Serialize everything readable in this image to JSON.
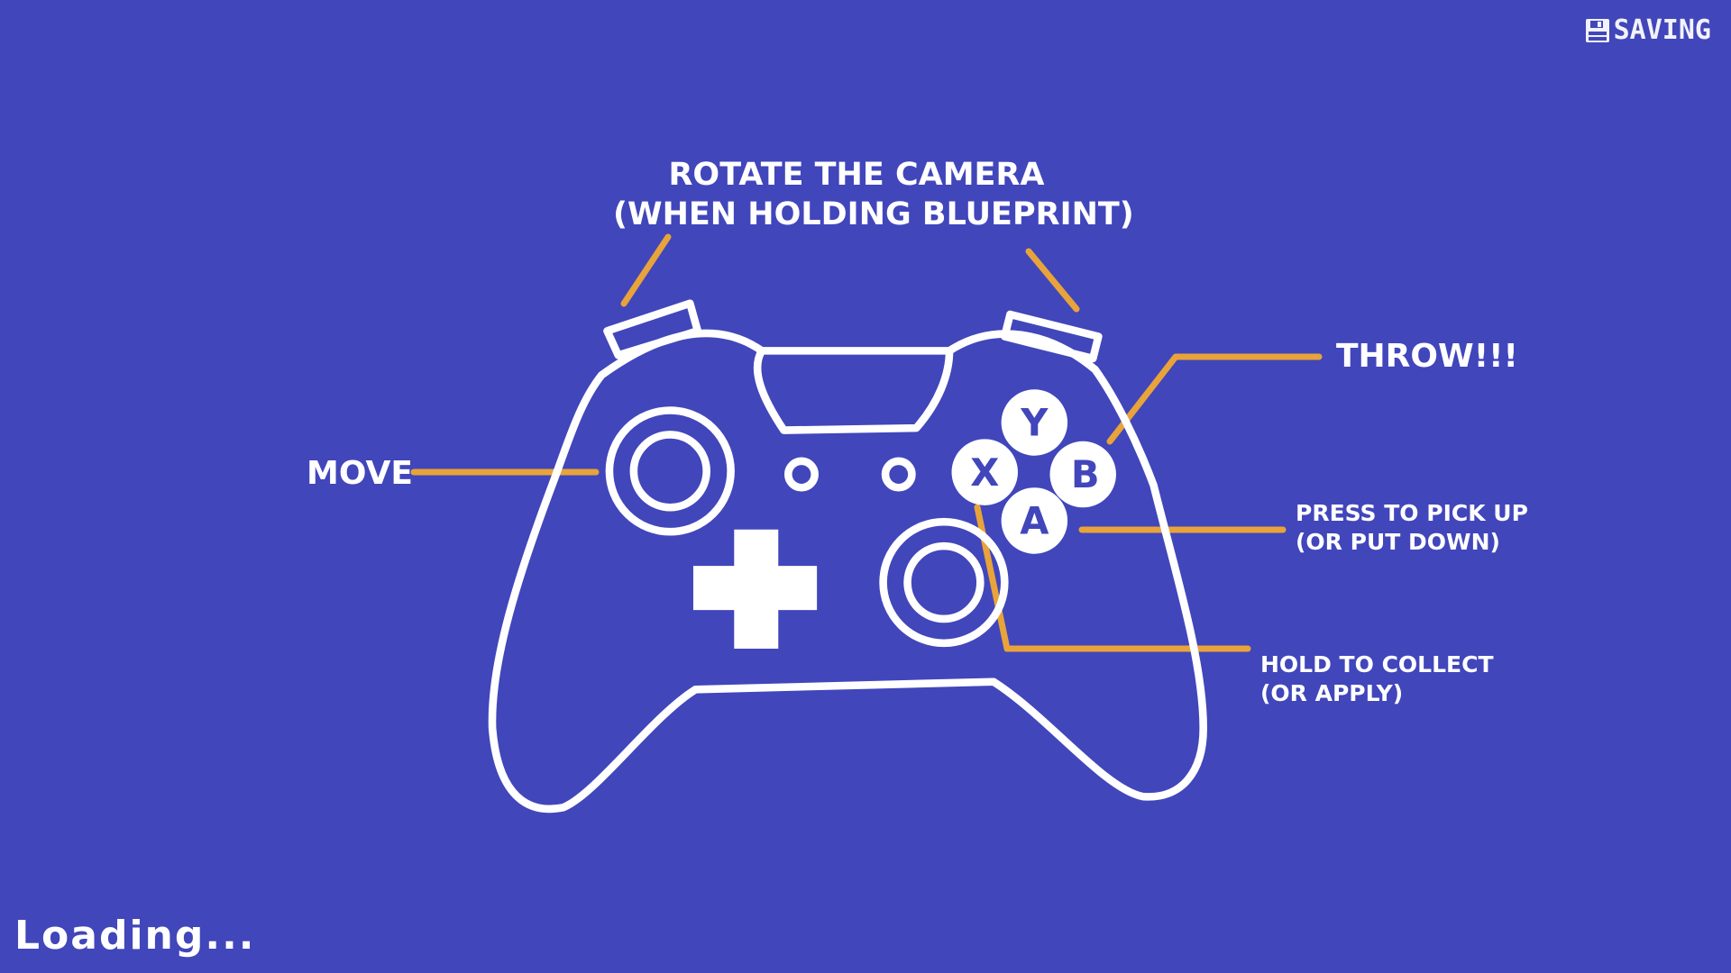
{
  "hud": {
    "saving": "SAVING",
    "loading": "Loading..."
  },
  "labels": {
    "camera_line1": "ROTATE THE CAMERA",
    "camera_line2": "(WHEN HOLDING BLUEPRINT)",
    "throw": "THROW!!!",
    "move": "MOVE",
    "pickup_line1": "PRESS TO PICK UP",
    "pickup_line2": "(OR PUT DOWN)",
    "collect_line1": "HOLD TO COLLECT",
    "collect_line2": "(OR APPLY)"
  },
  "buttons": {
    "y": "Y",
    "x": "X",
    "b": "B",
    "a": "A"
  },
  "colors": {
    "background": "#4146BB",
    "accent": "#E8A33A",
    "line": "#FFFFFF"
  }
}
